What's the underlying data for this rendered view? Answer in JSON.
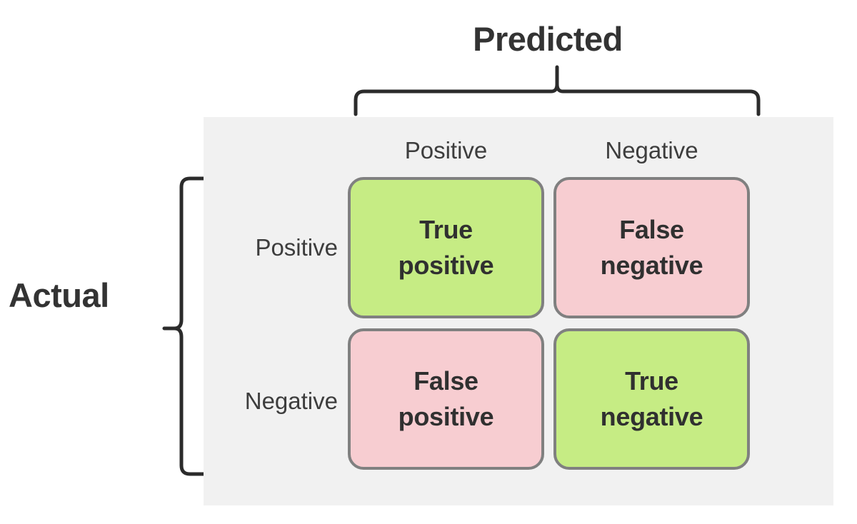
{
  "diagram": {
    "type": "confusion-matrix",
    "predicted_axis_title": "Predicted",
    "actual_axis_title": "Actual",
    "predicted_labels": [
      "Positive",
      "Negative"
    ],
    "actual_labels": [
      "Positive",
      "Negative"
    ],
    "cells": [
      {
        "id": "tp",
        "label": "True\npositive",
        "line1": "True",
        "line2": "positive",
        "outcome": "correct",
        "fill": "#c6ec84"
      },
      {
        "id": "fn",
        "label": "False\nnegative",
        "line1": "False",
        "line2": "negative",
        "outcome": "error",
        "fill": "#f7cdd1"
      },
      {
        "id": "fp",
        "label": "False\npositive",
        "line1": "False",
        "line2": "positive",
        "outcome": "error",
        "fill": "#f7cdd1"
      },
      {
        "id": "tn",
        "label": "True\nnegative",
        "line1": "True",
        "line2": "negative",
        "outcome": "correct",
        "fill": "#c6ec84"
      }
    ],
    "colors": {
      "correct_fill": "#c6ec84",
      "error_fill": "#f7cdd1",
      "cell_border": "#808080",
      "panel_background": "#f1f1f1",
      "page_background": "#ffffff",
      "title_text": "#333333",
      "header_text": "#3d3d3d",
      "cell_text": "#303030",
      "brace_stroke": "#2b2b2b"
    }
  }
}
